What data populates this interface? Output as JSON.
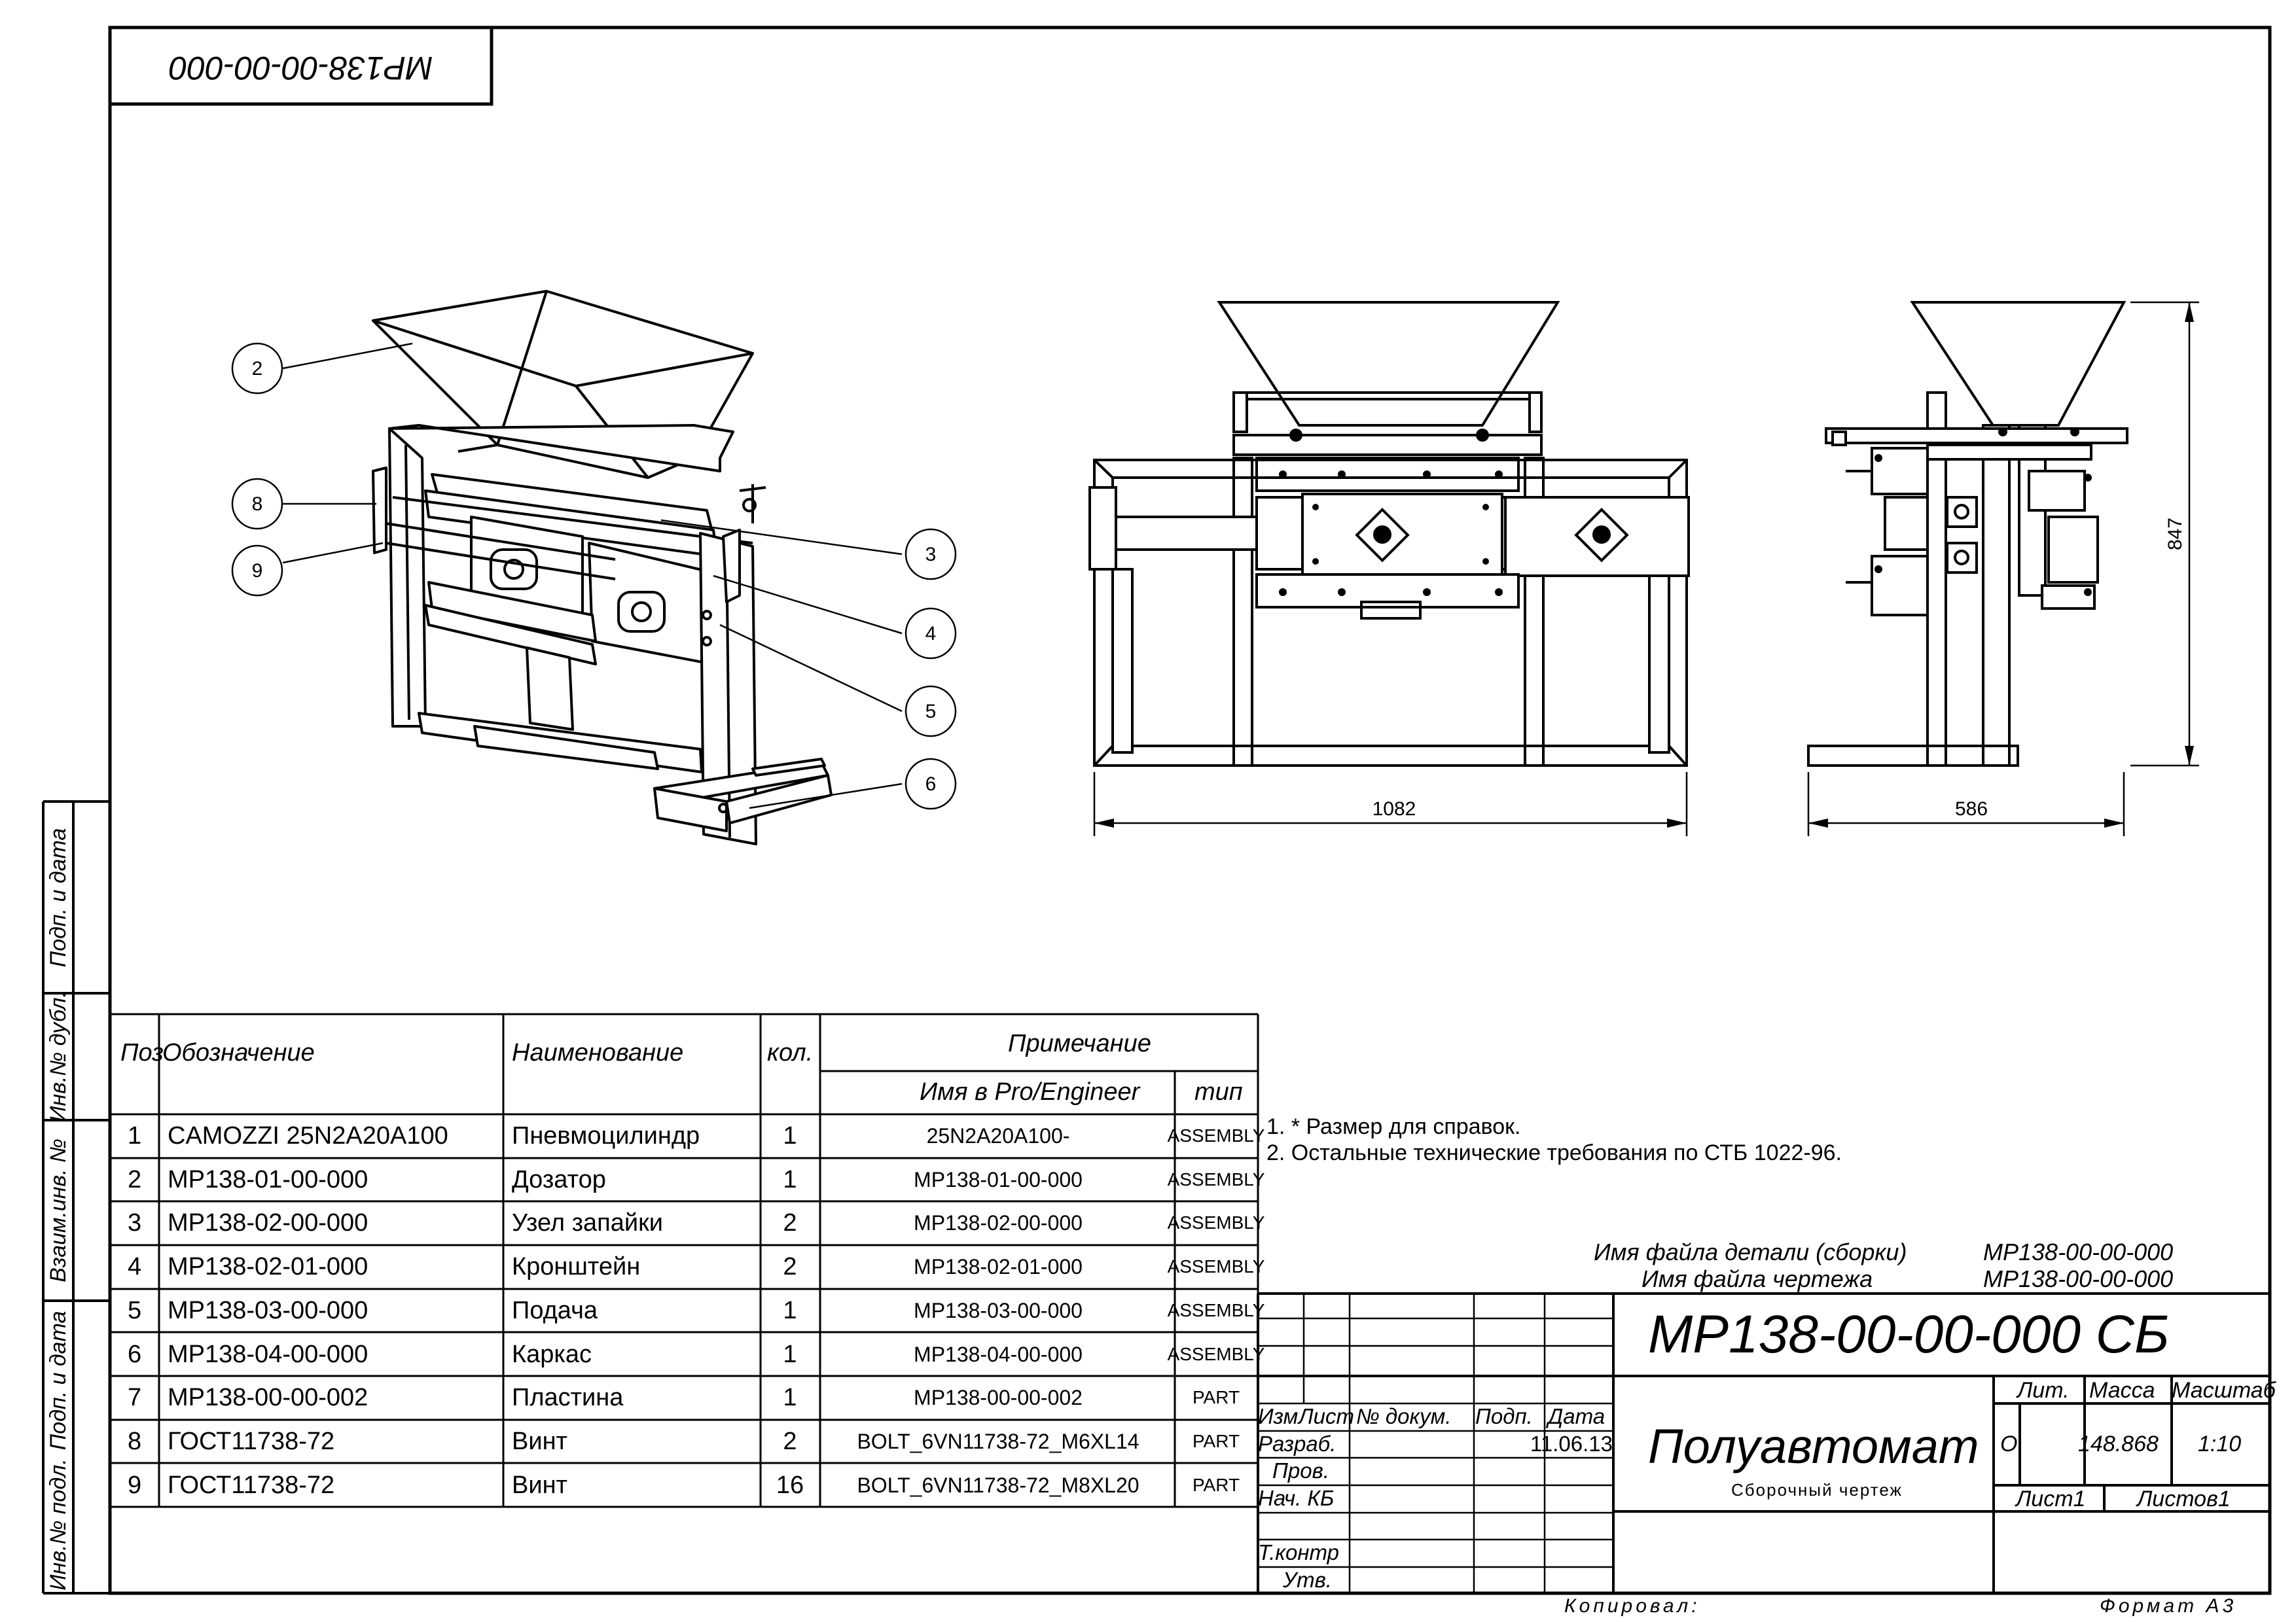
{
  "header_code": "МР138-00-00-000",
  "dimensions": {
    "width": "1082",
    "height": "847",
    "depth": "586"
  },
  "callouts": [
    "2",
    "8",
    "9",
    "3",
    "4",
    "5",
    "6"
  ],
  "side_stamp": {
    "podp_data_top": "Подп. и дата",
    "inv_dubl": "Инв.№ дубл.",
    "vzaim_inv": "Взаим.инв. №",
    "podp_data_bottom": "Подп. и дата",
    "inv_podl": "Инв.№ подл."
  },
  "bom": {
    "headers": {
      "pos": "Поз",
      "designation": "Обозначение",
      "name": "Наименование",
      "qty": "кол.",
      "note": "Примечание",
      "proe_name": "Имя в Pro/Engineer",
      "type": "тип"
    },
    "rows": [
      {
        "pos": "1",
        "designation": "CAMOZZI 25N2A20A100",
        "name": "Пневмоцилиндр",
        "qty": "1",
        "proe": "25N2A20A100-",
        "type": "ASSEMBLY"
      },
      {
        "pos": "2",
        "designation": "МР138-01-00-000",
        "name": "Дозатор",
        "qty": "1",
        "proe": "МР138-01-00-000",
        "type": "ASSEMBLY"
      },
      {
        "pos": "3",
        "designation": "МР138-02-00-000",
        "name": "Узел запайки",
        "qty": "2",
        "proe": "МР138-02-00-000",
        "type": "ASSEMBLY"
      },
      {
        "pos": "4",
        "designation": "МР138-02-01-000",
        "name": "Кронштейн",
        "qty": "2",
        "proe": "МР138-02-01-000",
        "type": "ASSEMBLY"
      },
      {
        "pos": "5",
        "designation": "МР138-03-00-000",
        "name": "Подача",
        "qty": "1",
        "proe": "МР138-03-00-000",
        "type": "ASSEMBLY"
      },
      {
        "pos": "6",
        "designation": "МР138-04-00-000",
        "name": "Каркас",
        "qty": "1",
        "proe": "МР138-04-00-000",
        "type": "ASSEMBLY"
      },
      {
        "pos": "7",
        "designation": "МР138-00-00-002",
        "name": "Пластина",
        "qty": "1",
        "proe": "МР138-00-00-002",
        "type": "PART"
      },
      {
        "pos": "8",
        "designation": "ГОСТ11738-72",
        "name": "Винт",
        "qty": "2",
        "proe": "BOLT_6VN11738-72_M6XL14",
        "type": "PART"
      },
      {
        "pos": "9",
        "designation": "ГОСТ11738-72",
        "name": "Винт",
        "qty": "16",
        "proe": "BOLT_6VN11738-72_M8XL20",
        "type": "PART"
      }
    ]
  },
  "notes": [
    "1. * Размер для справок.",
    "2. Остальные технические требования по СТБ 1022-96."
  ],
  "title_block": {
    "part_file_label": "Имя файла детали (сборки)",
    "part_file_value": "МР138-00-00-000",
    "drawing_file_label": "Имя файла чертежа",
    "drawing_file_value": "МР138-00-00-000",
    "designation": "МР138-00-00-000 СБ",
    "title": "Полуавтомат",
    "subtitle": "Сборочный чертеж",
    "lit_label": "Лит.",
    "mass_label": "Масса",
    "scale_label": "Масштаб",
    "lit_value": "О",
    "mass_value": "148.868",
    "scale_value": "1:10",
    "sheet_label": "Лист1",
    "sheets_label": "Листов1",
    "col_izm": "Изм",
    "col_list": "Лист",
    "col_doc": "№ докум.",
    "col_podp": "Подп.",
    "col_date": "Дата",
    "row_razrab": "Разраб.",
    "row_prov": "Пров.",
    "row_nach": "Нач. КБ",
    "row_tkontr": "Т.контр",
    "row_utv": "Утв.",
    "date_value": "11.06.13",
    "copied_label": "Копировал:",
    "format_label": "Формат А3"
  }
}
